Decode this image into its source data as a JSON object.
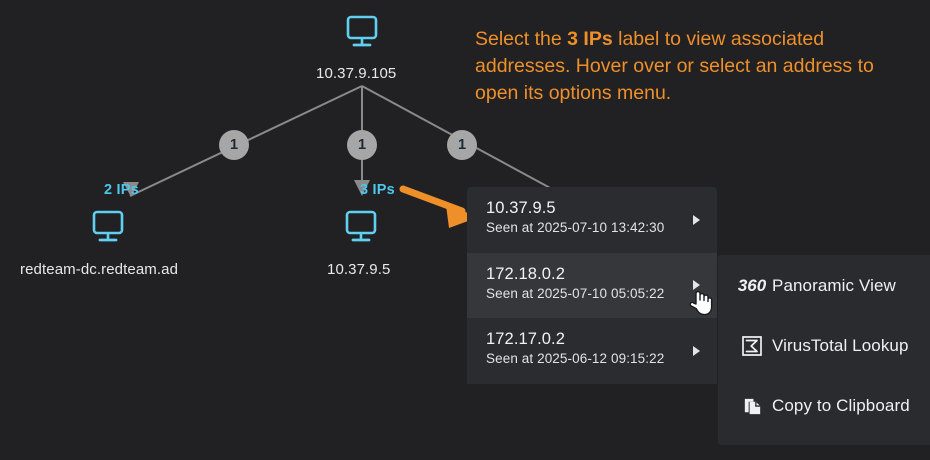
{
  "theme": {
    "background": "#212124",
    "accent_orange": "#ef8f29",
    "accent_cyan": "#4cc8ec",
    "panel_bg": "#2b2c30",
    "panel_hover_bg": "#36373b",
    "menu_bg": "#2a2b2f",
    "edge_color": "#8a8a8a",
    "badge_bg": "#a6a6a6",
    "badge_text": "#1b2a36",
    "text_primary": "#f2f2f4"
  },
  "annotation": {
    "part1": "Select the ",
    "emphasis": "3 IPs",
    "part2": " label to view associated addresses. Hover over or select an address to open its options menu."
  },
  "graph": {
    "root": {
      "icon": "monitor-icon",
      "label": "10.37.9.105"
    },
    "edge_badges": [
      {
        "value": "1"
      },
      {
        "value": "1"
      },
      {
        "value": "1"
      }
    ],
    "children": [
      {
        "ip_count_label": "2 IPs",
        "icon": "monitor-icon",
        "label": "redteam-dc.redteam.ad"
      },
      {
        "ip_count_label": "3 IPs",
        "icon": "monitor-icon",
        "label": "10.37.9.5"
      }
    ]
  },
  "ip_panel": {
    "rows": [
      {
        "address": "10.37.9.5",
        "seen": "Seen at 2025-07-10 13:42:30",
        "hovered": false,
        "caret": "caret-right-icon"
      },
      {
        "address": "172.18.0.2",
        "seen": "Seen at 2025-07-10 05:05:22",
        "hovered": true,
        "caret": "caret-right-icon"
      },
      {
        "address": "172.17.0.2",
        "seen": "Seen at 2025-06-12 09:15:22",
        "hovered": false,
        "caret": "caret-right-icon"
      }
    ]
  },
  "context_menu": {
    "items": [
      {
        "icon": "360-badge-icon",
        "badge": "360",
        "label": "Panoramic View"
      },
      {
        "icon": "virustotal-icon",
        "label": "VirusTotal Lookup"
      },
      {
        "icon": "copy-to-clipboard-icon",
        "label": "Copy to Clipboard"
      }
    ]
  },
  "cursor": {
    "icon": "pointer-hand-cursor"
  }
}
